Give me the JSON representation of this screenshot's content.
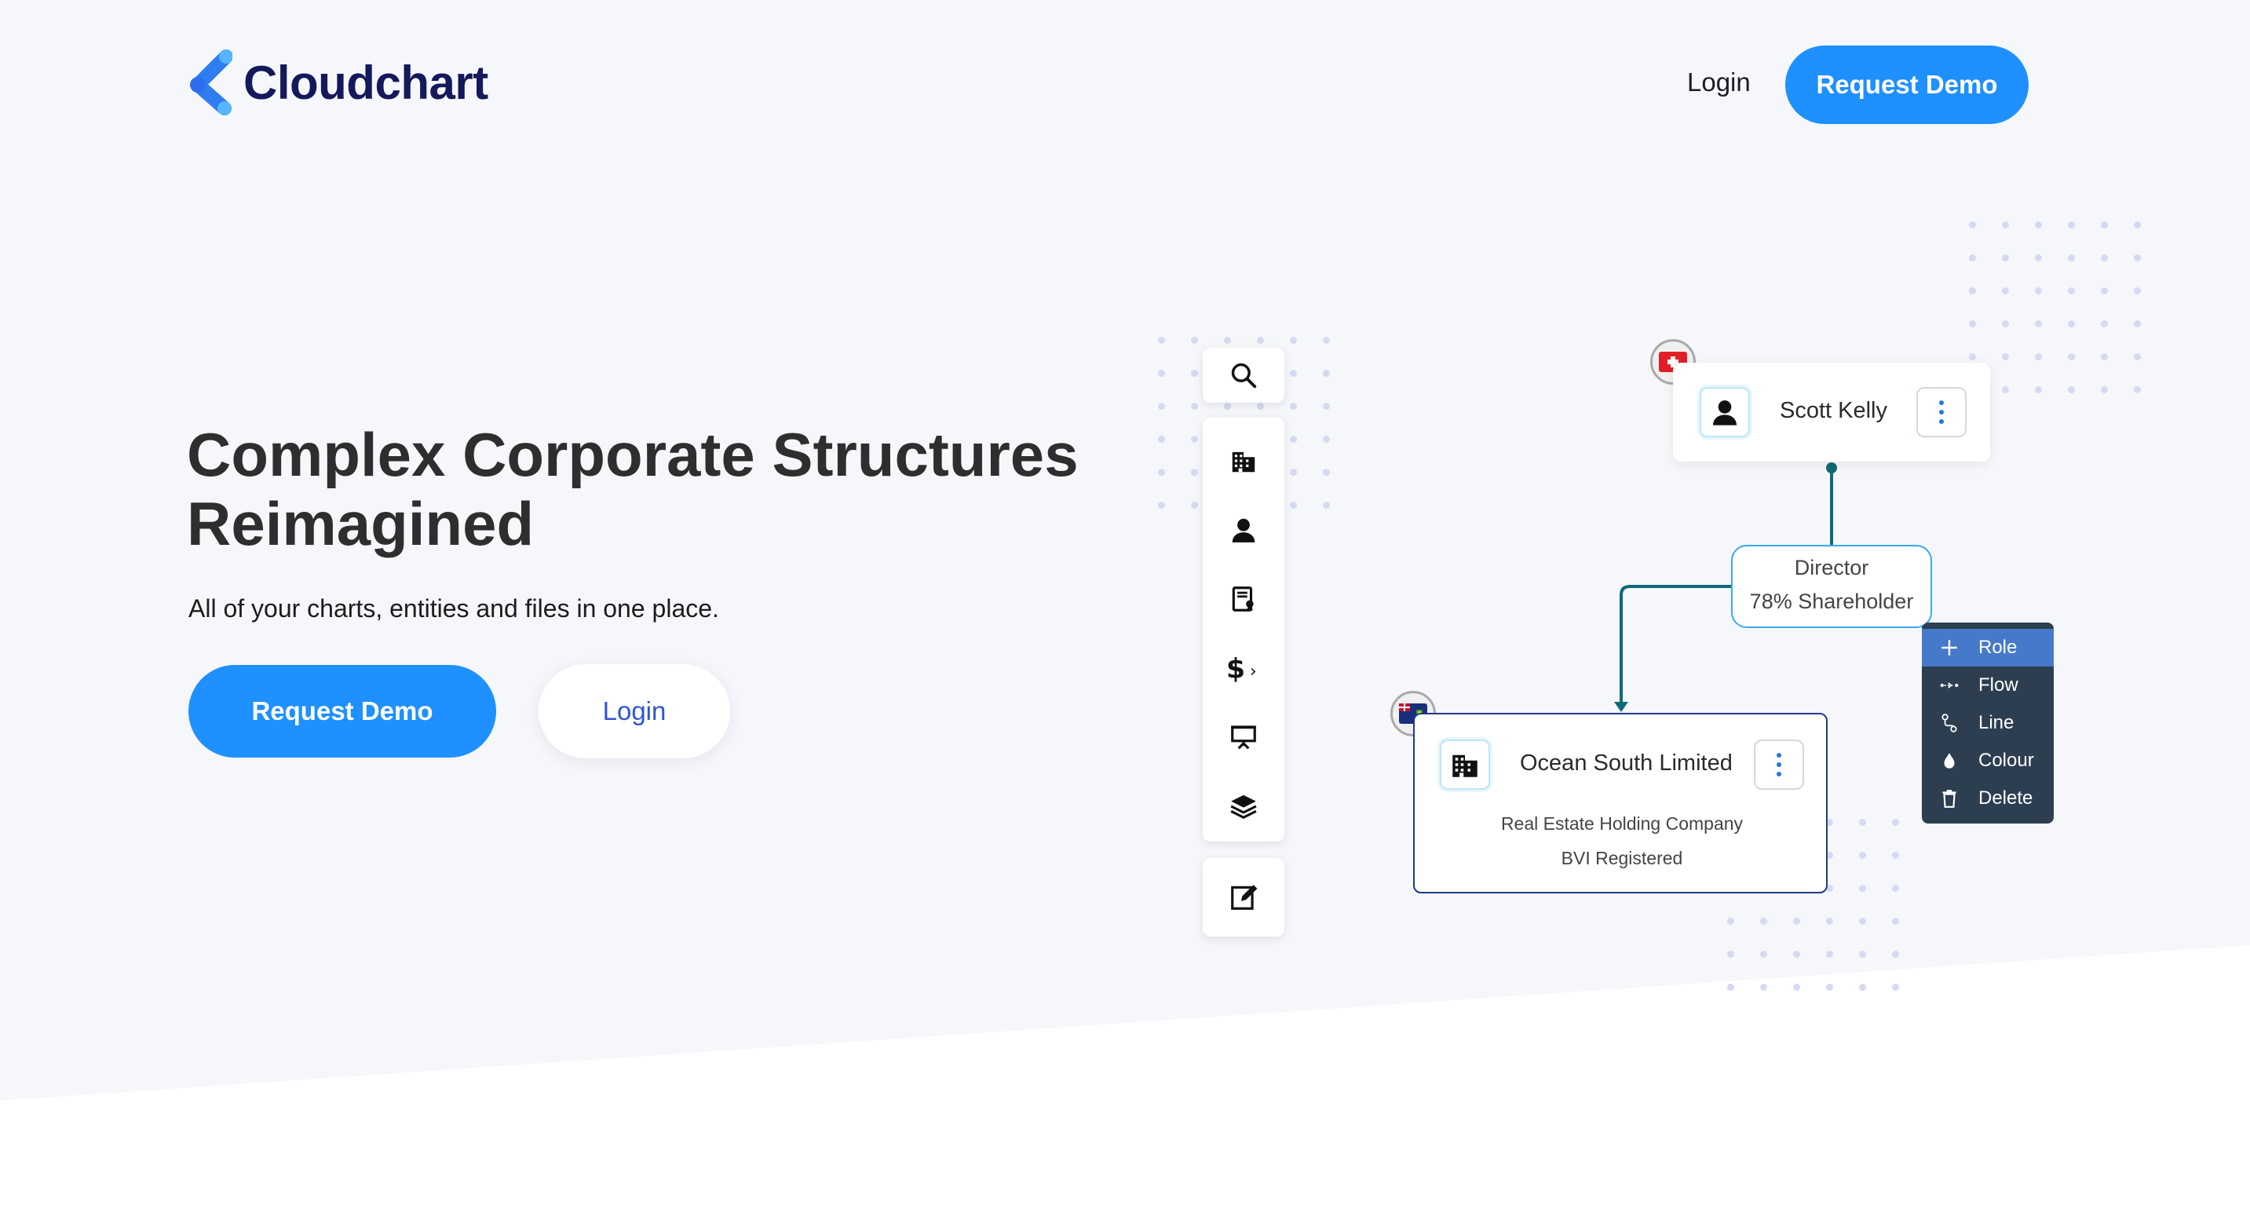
{
  "brand": {
    "name": "Cloudchart",
    "accent": "#1e90ff",
    "navy": "#14195c"
  },
  "nav": {
    "login": "Login",
    "request_demo": "Request Demo"
  },
  "hero": {
    "title_line1": "Complex Corporate Structures",
    "title_line2": "Reimagined",
    "subtitle": "All of your charts, entities and files in one place.",
    "cta_primary": "Request Demo",
    "cta_secondary": "Login"
  },
  "toolbar": {
    "tools": [
      "search-icon",
      "building-icon",
      "person-icon",
      "document-icon",
      "dollar-icon",
      "presentation-icon",
      "layers-icon"
    ],
    "edit": "edit-icon"
  },
  "diagram": {
    "person": {
      "name": "Scott Kelly",
      "flag": "Switzerland"
    },
    "relation": {
      "role": "Director",
      "detail": "78% Shareholder"
    },
    "company": {
      "name": "Ocean South Limited",
      "type": "Real Estate Holding Company",
      "registration": "BVI Registered",
      "flag": "British Virgin Islands"
    },
    "menu": {
      "items": [
        {
          "label": "Role",
          "icon": "plus-icon",
          "active": true
        },
        {
          "label": "Flow",
          "icon": "flow-icon",
          "active": false
        },
        {
          "label": "Line",
          "icon": "line-icon",
          "active": false
        },
        {
          "label": "Colour",
          "icon": "drop-icon",
          "active": false
        },
        {
          "label": "Delete",
          "icon": "trash-icon",
          "active": false
        }
      ]
    }
  }
}
